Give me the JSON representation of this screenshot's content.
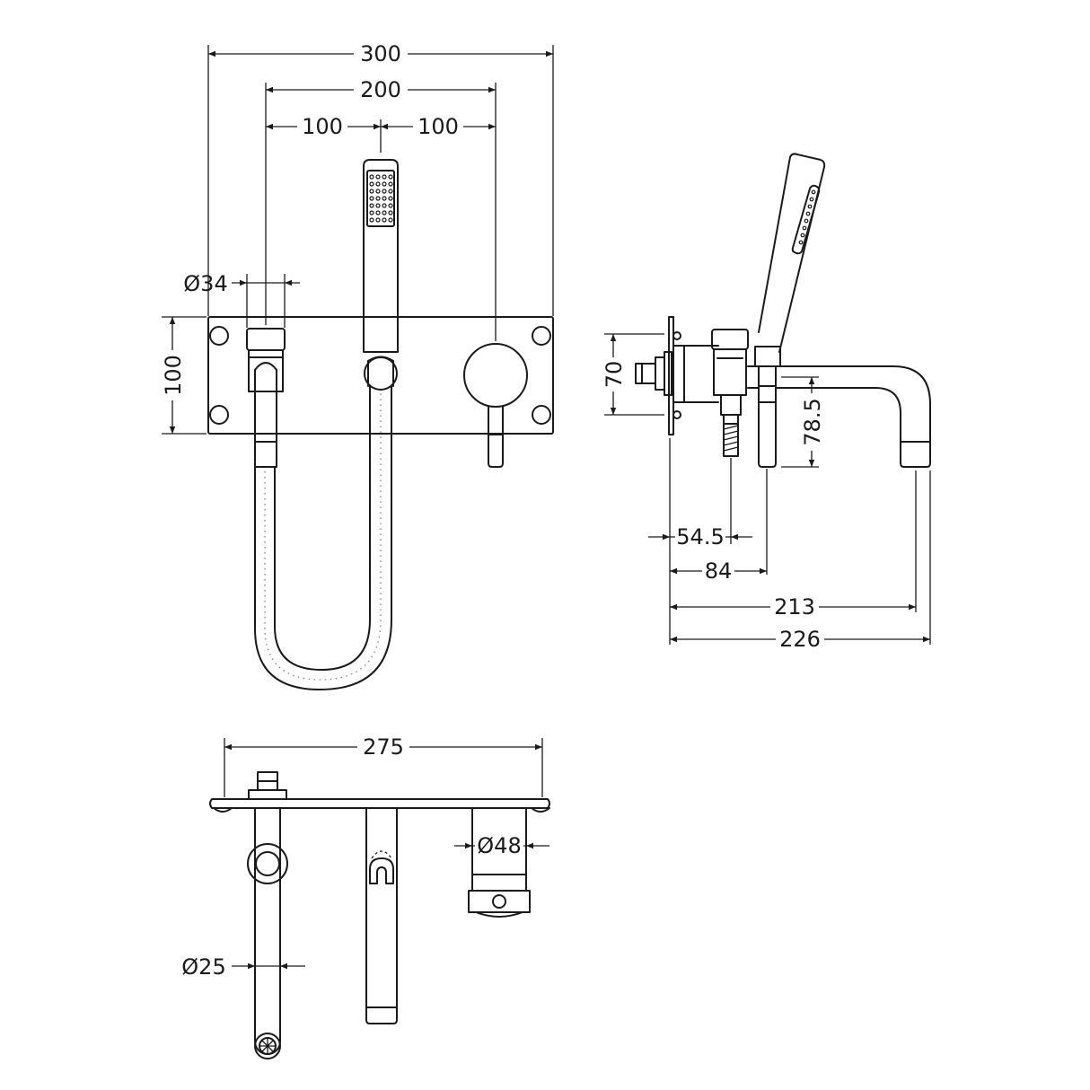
{
  "dimensions": {
    "front_total_width": "300",
    "front_outlet_to_lever": "200",
    "front_outlet_to_holder": "100",
    "front_holder_to_lever": "100",
    "diverter_diameter": "Ø34",
    "plate_height": "100",
    "side_valve_height": "70",
    "side_spout_drop": "78.5",
    "side_hose_outlet_projection": "54.5",
    "side_pin_projection": "84",
    "side_spout_projection": "213",
    "side_total_projection": "226",
    "top_plate_width": "275",
    "top_lever_diameter": "Ø48",
    "top_spout_diameter": "Ø25"
  }
}
